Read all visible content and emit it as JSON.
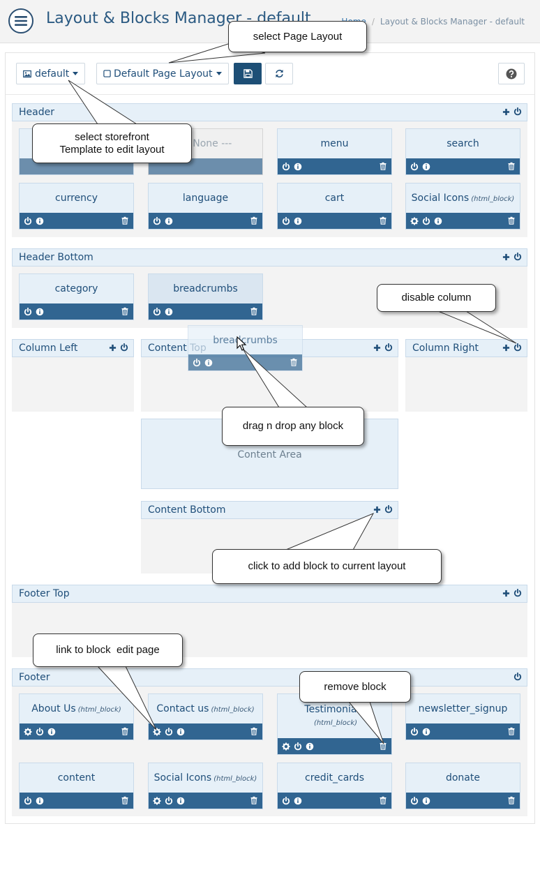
{
  "header": {
    "title": "Layout & Blocks Manager - default",
    "breadcrumb_home": "Home",
    "breadcrumb_current": "Layout & Blocks Manager - default"
  },
  "toolbar": {
    "template_label": "default",
    "layout_label": "Default Page Layout"
  },
  "sections": {
    "header": "Header",
    "header_bottom": "Header Bottom",
    "column_left": "Column Left",
    "content_top": "Content Top",
    "column_right": "Column Right",
    "content_area": "Content Area",
    "content_bottom": "Content Bottom",
    "footer_top": "Footer Top",
    "footer": "Footer"
  },
  "blocks": {
    "header_none": "--- None ---",
    "menu": "menu",
    "search": "search",
    "currency": "currency",
    "language": "language",
    "cart": "cart",
    "social_icons": "Social Icons",
    "html_block": "(html_block)",
    "category": "category",
    "breadcrumbs": "breadcrumbs",
    "about_us": "About Us",
    "contact_us": "Contact us",
    "testimonials": "Testimonials",
    "newsletter_signup": "newsletter_signup",
    "content": "content",
    "credit_cards": "credit_cards",
    "donate": "donate"
  },
  "callouts": {
    "select_page_layout": "select Page Layout",
    "select_template_1": "select storefront",
    "select_template_2": "Template to edit layout",
    "disable_column": "disable column",
    "drag_drop": "drag n drop any block",
    "add_block": "click to add block to current layout",
    "link_block_edit": "link to block  edit page",
    "remove_block": "remove block"
  },
  "colors": {
    "accent": "#1d4f76",
    "block_bar": "#316591",
    "section_head": "#e6f0f8"
  }
}
